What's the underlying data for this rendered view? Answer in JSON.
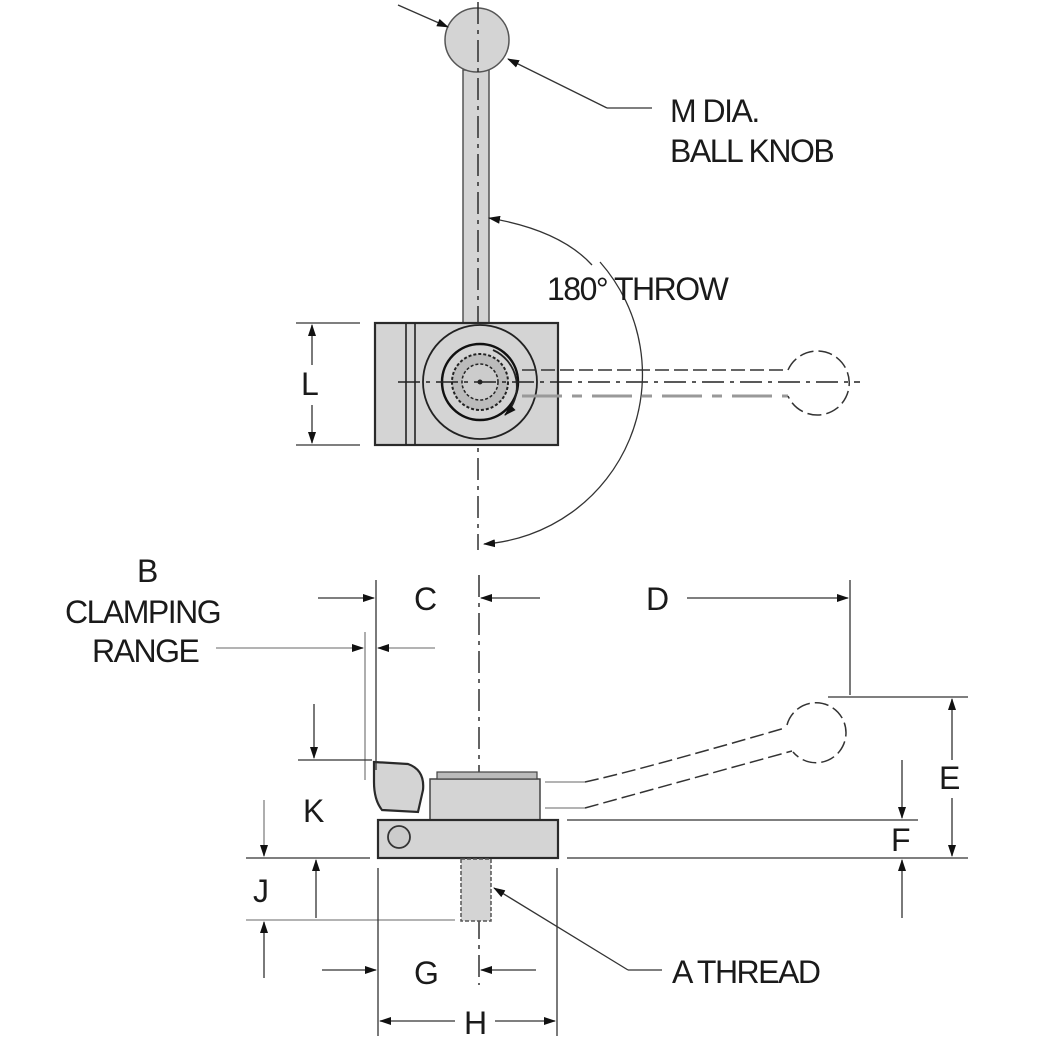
{
  "drawing": {
    "title": "Cam clamp with ball knob handle - dimension drawing",
    "views": [
      "top-view",
      "side-view"
    ]
  },
  "labels": {
    "ball_knob_line1": "M DIA.",
    "ball_knob_line2": "BALL KNOB",
    "throw": "180° THROW",
    "L": "L",
    "B_line1": "B",
    "B_line2": "CLAMPING",
    "B_line3": "RANGE",
    "C": "C",
    "D": "D",
    "E": "E",
    "F": "F",
    "K": "K",
    "J": "J",
    "G": "G",
    "H": "H",
    "thread": "A THREAD"
  },
  "colors": {
    "part_fill": "#d4d4d4",
    "line": "#222222",
    "phantom_gray": "#999999"
  }
}
